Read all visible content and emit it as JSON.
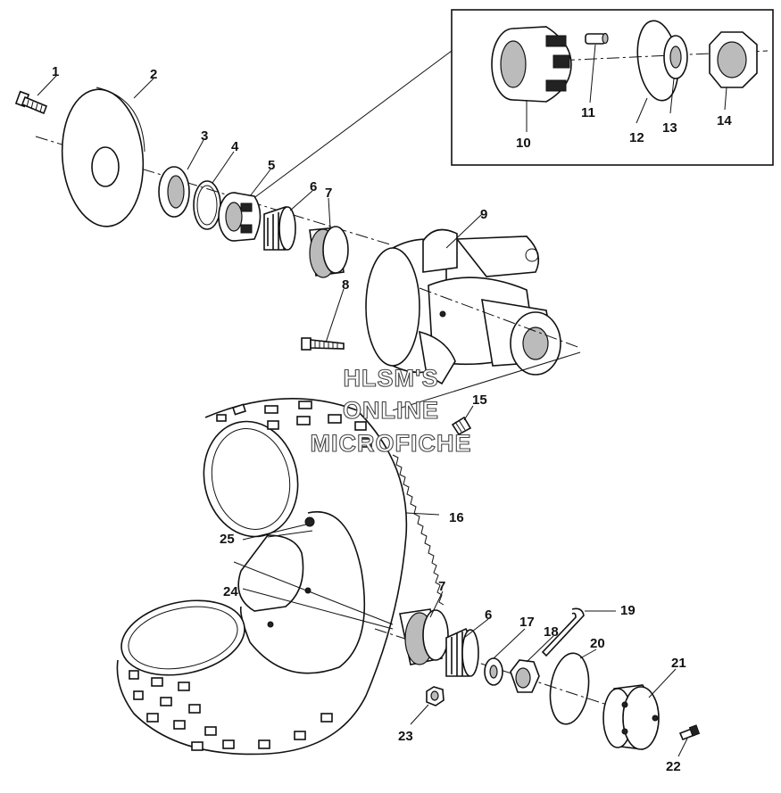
{
  "watermark": {
    "line1": "HLSM'S",
    "line2": "ONLINE",
    "line3": "MICROFICHE"
  },
  "callouts": [
    "1",
    "2",
    "3",
    "4",
    "5",
    "6",
    "7",
    "8",
    "9",
    "10",
    "11",
    "12",
    "13",
    "14",
    "15",
    "16",
    "7",
    "6",
    "17",
    "18",
    "19",
    "20",
    "21",
    "22",
    "23",
    "24",
    "25"
  ]
}
